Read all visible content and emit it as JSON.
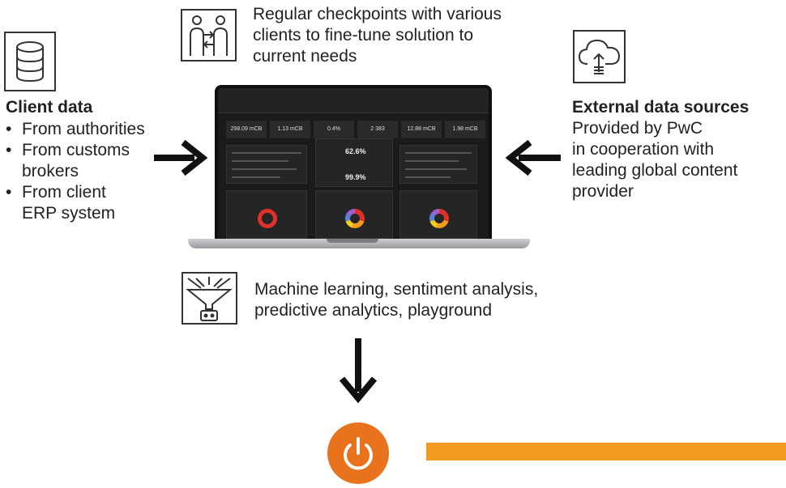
{
  "top_caption": {
    "lines": [
      "Regular checkpoints with various",
      "clients to fine-tune solution to",
      "current needs"
    ]
  },
  "client_data": {
    "title": "Client data",
    "items": [
      "From authorities",
      "From customs brokers",
      "From client ERP system"
    ]
  },
  "external": {
    "title": "External data sources",
    "lines": [
      "Provided by PwC",
      "in cooperation with",
      "leading global content",
      "provider"
    ]
  },
  "ml_caption": {
    "lines": [
      "Machine learning, sentiment analysis,",
      "predictive analytics, playground"
    ]
  },
  "dashboard": {
    "kpis": [
      "298.09 mCB",
      "1.13 mCB",
      "0.4%",
      "2 383",
      "12.88 mCB",
      "1.98 mCB"
    ],
    "center_values": [
      "62.6%",
      "99.9%"
    ]
  },
  "icons": {
    "people": "people-exchange-icon",
    "database": "database-icon",
    "cloud": "cloud-upload-icon",
    "ml": "funnel-robot-icon",
    "power": "power-icon"
  },
  "colors": {
    "orange": "#e8731c",
    "bar": "#f39a21",
    "donut_red": "#e0302a"
  }
}
